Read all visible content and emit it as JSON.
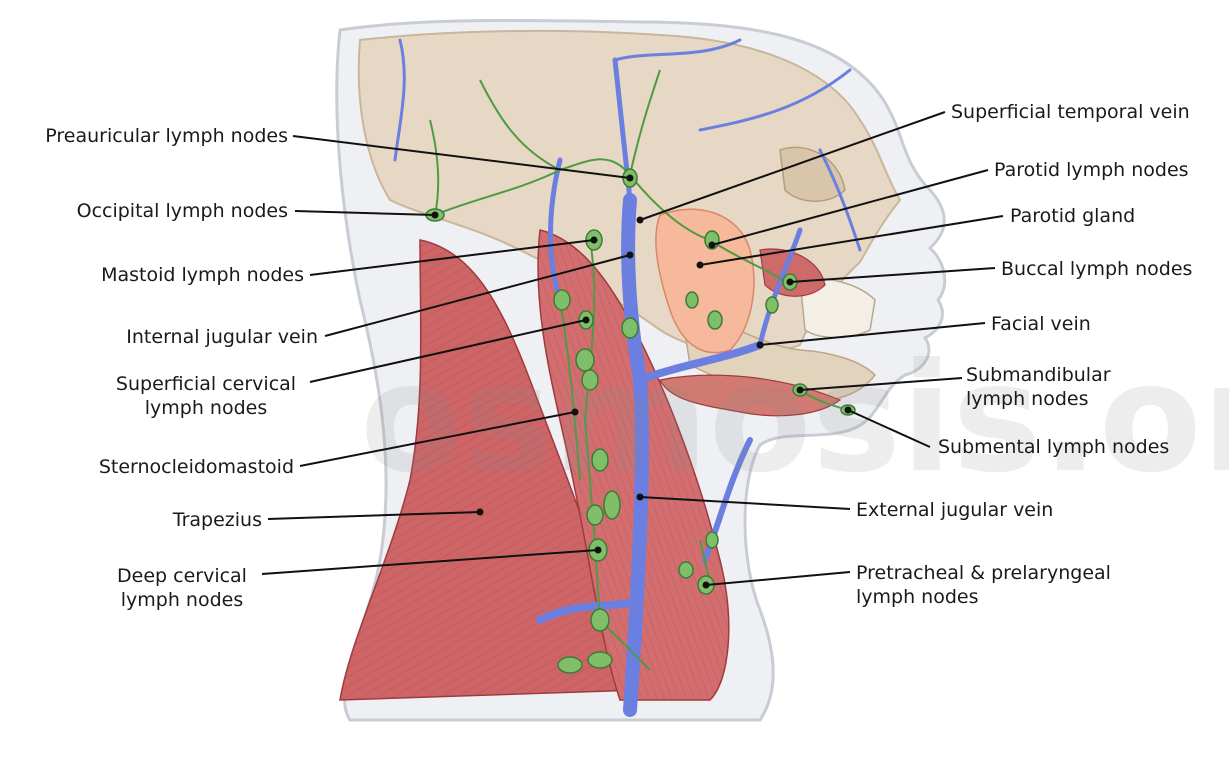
{
  "labels": {
    "preauricular": "Preauricular lymph nodes",
    "occipital": "Occipital lymph nodes",
    "mastoid": "Mastoid lymph nodes",
    "internal_jugular": "Internal jugular vein",
    "superficial_cervical_1": "Superficial cervical",
    "superficial_cervical_2": "lymph nodes",
    "sternocleidomastoid": "Sternocleidomastoid",
    "trapezius": "Trapezius",
    "deep_cervical_1": "Deep cervical",
    "deep_cervical_2": "lymph nodes",
    "superficial_temporal": "Superficial temporal vein",
    "parotid_nodes": "Parotid lymph nodes",
    "parotid_gland": "Parotid gland",
    "buccal": "Buccal lymph nodes",
    "facial_vein": "Facial vein",
    "submandibular_1": "Submandibular",
    "submandibular_2": "lymph nodes",
    "submental": "Submental lymph nodes",
    "external_jugular": "External jugular vein",
    "pretracheal_1": "Pretracheal & prelaryngeal",
    "pretracheal_2": "lymph nodes"
  },
  "watermark": "osmosis.org",
  "colors": {
    "muscle": "#c9585a",
    "muscle_light": "#e3a0a0",
    "vein": "#6b7fe0",
    "lymph": "#4f9a45",
    "lymph_node": "#7fbf6a",
    "bone": "#e4d6c3",
    "gland": "#f6b99a",
    "skin": "#ecedef"
  }
}
